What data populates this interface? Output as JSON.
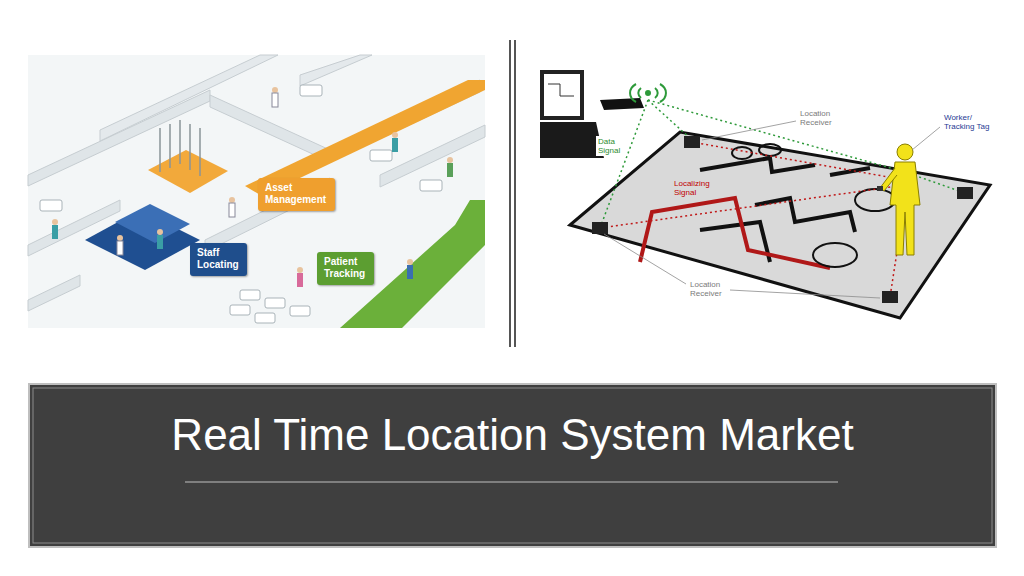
{
  "diagram": {
    "title": "Real Time Location System Market",
    "nodes": [
      {
        "text": [
          "Asset Management"
        ]
      },
      {
        "text": [
          "Staff Locating"
        ]
      },
      {
        "text": [
          "Patient Tracking"
        ]
      }
    ],
    "labels": [
      "Data Signal",
      "Location Receiver",
      "Worker/ Tracking Tag",
      "Localizing Signal",
      "Location Receiver"
    ]
  }
}
